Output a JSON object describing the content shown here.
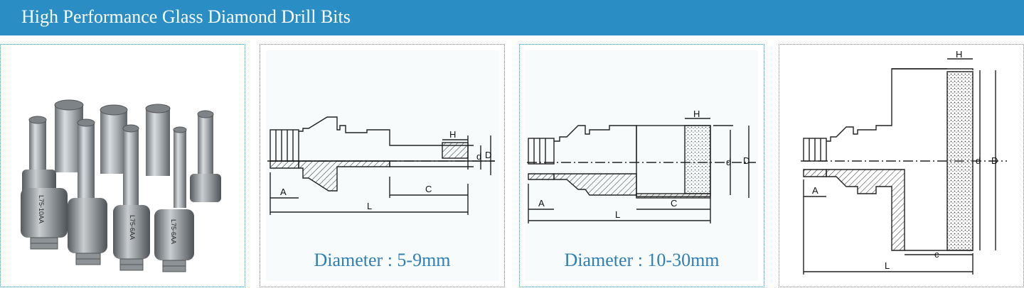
{
  "banner": {
    "title": "High Performance Glass Diamond Drill Bits",
    "color": "#2a8ec4"
  },
  "panels": [
    {
      "kind": "photo",
      "icon": "drill-bits-photo",
      "labels": [
        "L75-10AA",
        "L75-6AA",
        "L75-6AA"
      ]
    },
    {
      "kind": "diagram",
      "caption": "Diameter : 5-9mm",
      "labels": {
        "h": "H",
        "d_small": "d",
        "d_big": "D",
        "a": "A",
        "c": "C",
        "l": "L"
      }
    },
    {
      "kind": "diagram",
      "caption": "Diameter : 10-30mm",
      "labels": {
        "h": "H",
        "d_small": "d",
        "d_big": "D",
        "a": "A",
        "c": "C",
        "l": "L"
      }
    },
    {
      "kind": "diagram",
      "caption": "",
      "labels": {
        "h": "H",
        "d_small": "d",
        "d_big": "D",
        "a": "A",
        "c": "c",
        "l": "L"
      }
    }
  ]
}
